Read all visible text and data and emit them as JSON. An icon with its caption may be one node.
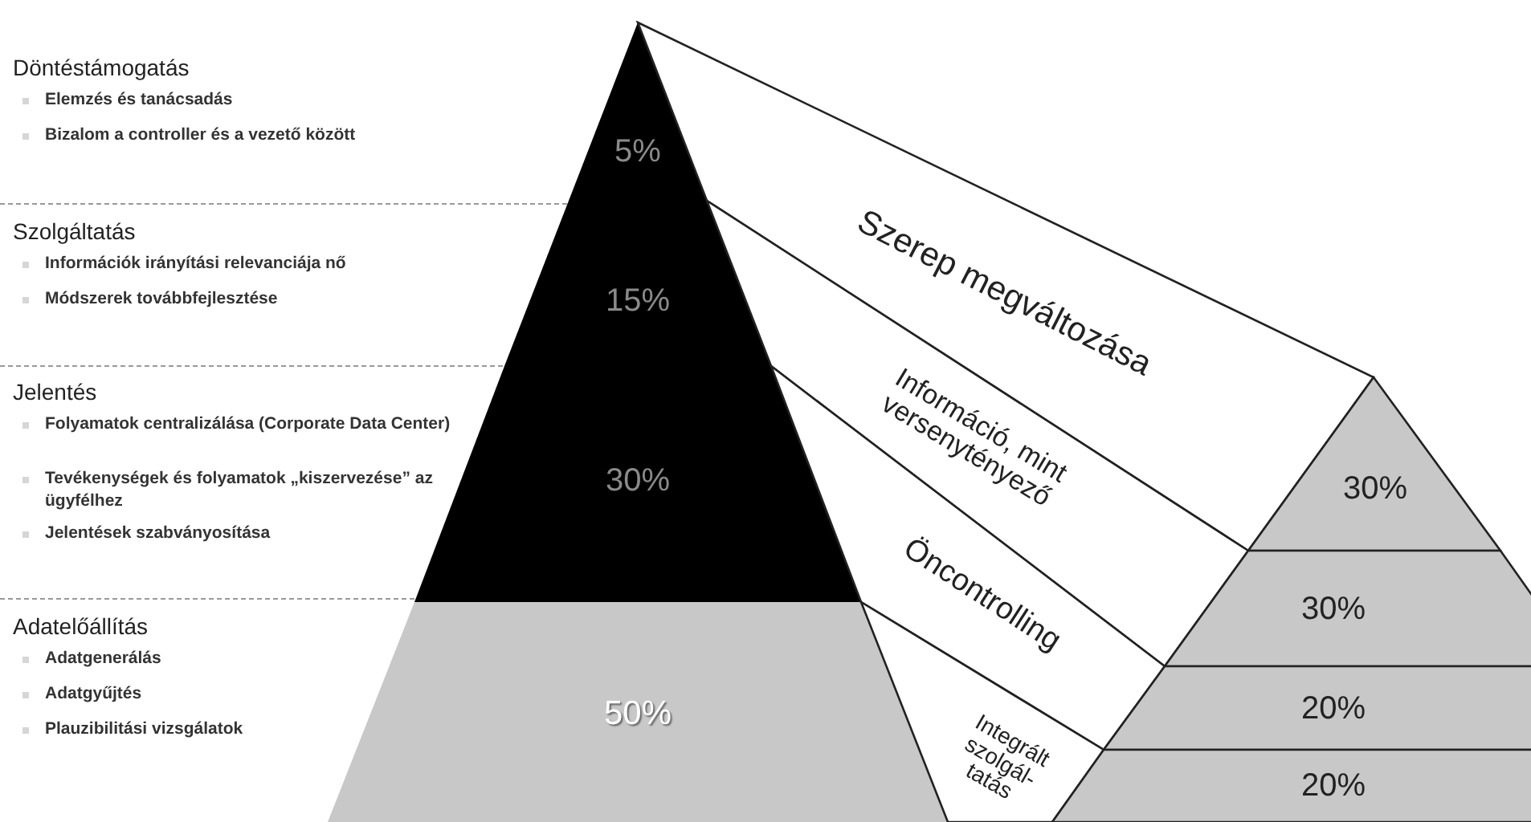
{
  "diagram": {
    "nodes": [
      {
        "text": [
          "5%"
        ]
      },
      {
        "text": [
          "15%"
        ]
      },
      {
        "text": [
          "30%"
        ]
      },
      {
        "text": [
          "50%"
        ]
      },
      {
        "text": [
          "Szerep megváltozása"
        ]
      },
      {
        "text": [
          "Információ, mint versenytényező"
        ]
      },
      {
        "text": [
          "Öncontrolling"
        ]
      },
      {
        "text": [
          "Integrált szolgál-tatás"
        ]
      },
      {
        "text": [
          "30%"
        ]
      },
      {
        "text": [
          "30%"
        ]
      },
      {
        "text": [
          "20%"
        ]
      },
      {
        "text": [
          "20%"
        ]
      }
    ],
    "labels": [
      "Döntéstámogatás",
      "Elemzés és tanácsadás",
      "Bizalom a controller és a vezető között",
      "Szolgáltatás",
      "Információk irányítási relevanciája nő",
      "Módszerek továbbfejlesztése",
      "Jelentés",
      "Folyamatok centralizálása (Corporate Data Center)",
      "Tevékenységek és folyamatok „kiszervezése” az ügyfélhez",
      "Jelentések szabványosítása",
      "Adatelőállítás",
      "Adatgenerálás",
      "Adatgyűjtés",
      "Plauzibilitási vizsgálatok"
    ]
  }
}
